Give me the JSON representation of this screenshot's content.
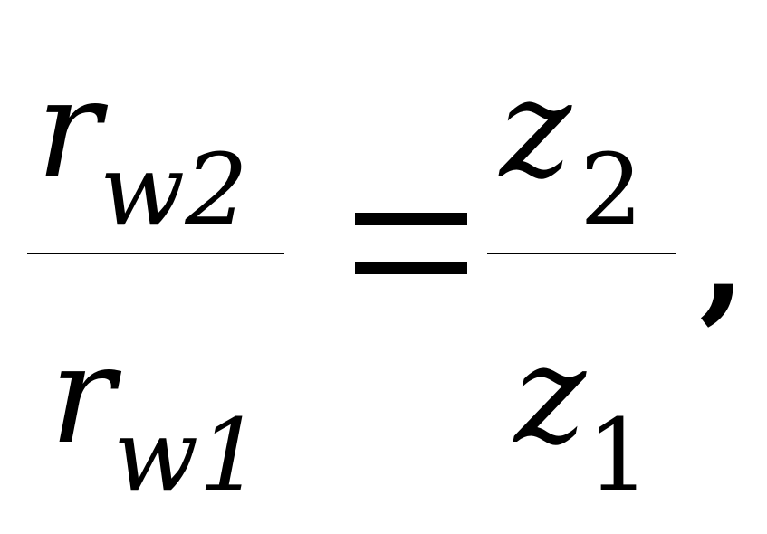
{
  "formula": {
    "left_fraction": {
      "numerator": {
        "base": "r",
        "subscript": "w2"
      },
      "denominator": {
        "base": "r",
        "subscript": "w1"
      }
    },
    "operator": "=",
    "right_fraction": {
      "numerator": {
        "base": "z",
        "subscript": "2"
      },
      "denominator": {
        "base": "z",
        "subscript": "1"
      }
    },
    "trailing": ","
  }
}
